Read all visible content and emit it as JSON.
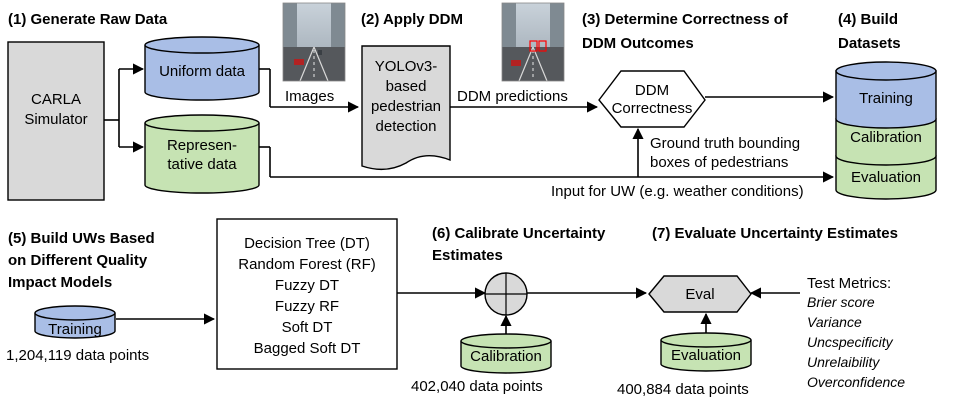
{
  "colors": {
    "blue_db": "#a9bee6",
    "green_db": "#c6e3b3",
    "gray_box": "#d9d9d9",
    "stroke": "#000000",
    "detection_marker": "#ff0000"
  },
  "steps": {
    "s1": "(1) Generate Raw Data",
    "s2": "(2) Apply DDM",
    "s3_line1": "(3) Determine Correctness of",
    "s3_line2": "DDM Outcomes",
    "s4_line1": "(4) Build",
    "s4_line2": "Datasets",
    "s5_line1": "(5) Build UWs Based",
    "s5_line2": "on Different Quality",
    "s5_line3": "Impact Models",
    "s6_line1": "(6) Calibrate Uncertainty",
    "s6_line2": "Estimates",
    "s7": "(7) Evaluate Uncertainty Estimates"
  },
  "nodes": {
    "simulator_line1": "CARLA",
    "simulator_line2": "Simulator",
    "uniform": "Uniform data",
    "repr_line1": "Represen-",
    "repr_line2": "tative data",
    "det_line1": "YOLOv3-",
    "det_line2": "based",
    "det_line3": "pedestrian",
    "det_line4": "detection",
    "corr_line1": "DDM",
    "corr_line2": "Correctness",
    "ds_training": "Training",
    "ds_calibration": "Calibration",
    "ds_evaluation": "Evaluation",
    "models": [
      "Decision Tree (DT)",
      "Random Forest (RF)",
      "Fuzzy DT",
      "Fuzzy RF",
      "Soft DT",
      "Bagged Soft DT"
    ],
    "training": "Training",
    "calibration": "Calibration",
    "evaluation": "Evaluation",
    "eval": "Eval",
    "metrics_title": "Test Metrics:",
    "metrics": [
      "Brier score",
      "Variance",
      "Uncspecificity",
      "Unrelaibility",
      "Overconfidence"
    ]
  },
  "edge_labels": {
    "images": "Images",
    "predictions": "DDM predictions",
    "gt_line1": "Ground truth bounding",
    "gt_line2": "boxes of pedestrians",
    "input_uw": "Input for UW (e.g. weather conditions)"
  },
  "counts": {
    "training": "1,204,119 data points",
    "calibration": "402,040 data points",
    "evaluation": "400,884 data points"
  },
  "images": {
    "scene_1": "driving-scene-thumbnail",
    "scene_2": "driving-scene-with-detections-thumbnail"
  }
}
